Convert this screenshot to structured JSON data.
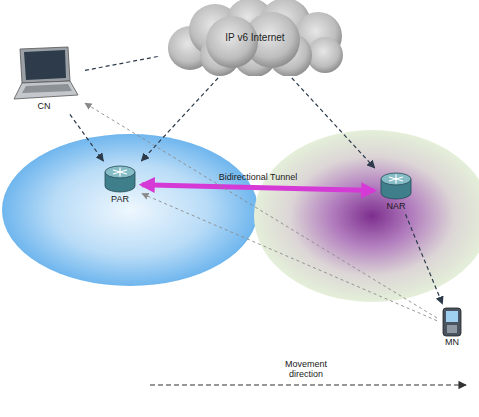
{
  "diagram": {
    "nodes": [
      {
        "text": [
          "IP v6 Internet"
        ]
      },
      {
        "text": [
          "CN"
        ]
      },
      {
        "text": [
          "PAR"
        ]
      },
      {
        "text": [
          "NAR"
        ]
      },
      {
        "text": [
          "MN"
        ]
      }
    ],
    "edges": [
      {
        "from": 1,
        "to": 0,
        "arrow": "none"
      },
      {
        "from": 1,
        "to": 2,
        "arrow": "to"
      },
      {
        "from": 0,
        "to": 2,
        "arrow": "to"
      },
      {
        "from": 2,
        "to": 3,
        "label": "Bidirectional Tunnel",
        "arrow": "both"
      },
      {
        "from": 0,
        "to": 3,
        "arrow": "to"
      },
      {
        "from": 3,
        "to": 4,
        "arrow": "to"
      },
      {
        "from": 4,
        "to": 1,
        "arrow": "to"
      },
      {
        "from": 4,
        "to": 2,
        "arrow": "to"
      }
    ],
    "labels": [
      "Movement direction"
    ]
  }
}
